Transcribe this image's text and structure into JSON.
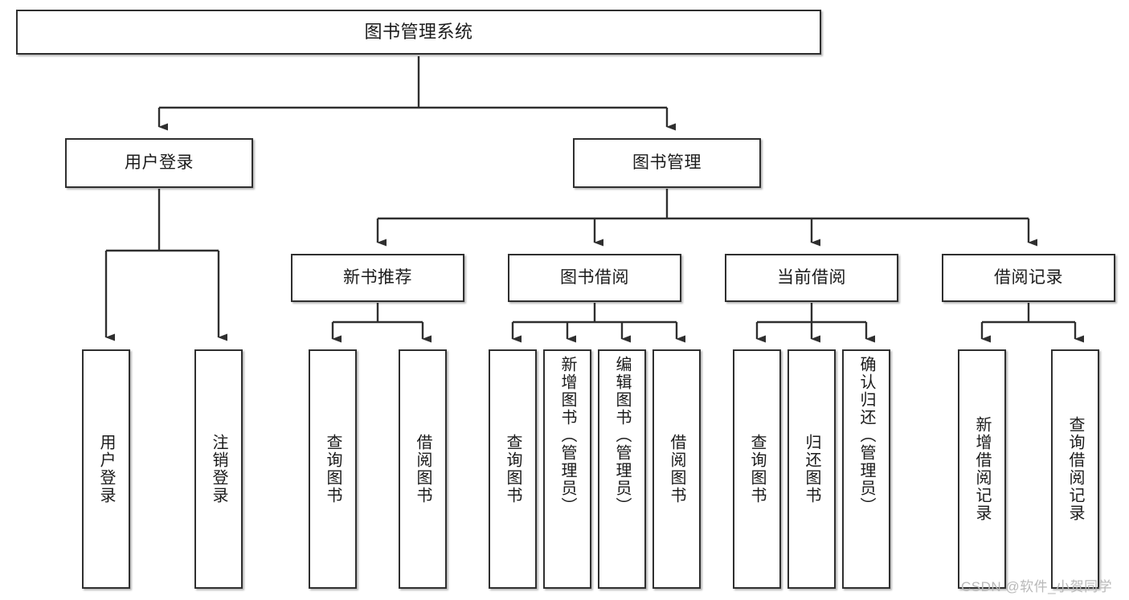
{
  "diagram": {
    "type": "tree-hierarchy",
    "title": "图书管理系统",
    "watermark": "CSDN @软件_小贺同学",
    "colors": {
      "box_border": "#2f2f2f",
      "box_fill": "#ffffff",
      "connector": "#2f2f2f",
      "text": "#1b1b1b",
      "watermark": "#b9b9b9",
      "background": "#ffffff"
    },
    "nodes": {
      "root": {
        "label": "图书管理系统"
      },
      "level2": [
        {
          "id": "user-login",
          "label": "用户登录"
        },
        {
          "id": "book-management",
          "label": "图书管理"
        }
      ],
      "level3": [
        {
          "id": "new-book-recommend",
          "label": "新书推荐"
        },
        {
          "id": "book-borrow",
          "label": "图书借阅"
        },
        {
          "id": "current-borrow",
          "label": "当前借阅"
        },
        {
          "id": "borrow-record",
          "label": "借阅记录"
        }
      ],
      "leaves": {
        "user-login": [
          {
            "id": "leaf-user-login",
            "label": "用户登录"
          },
          {
            "id": "leaf-user-logout",
            "label": "注销登录"
          }
        ],
        "new-book-recommend": [
          {
            "id": "leaf-query-book-1",
            "label": "查询图书"
          },
          {
            "id": "leaf-borrow-book-1",
            "label": "借阅图书"
          }
        ],
        "book-borrow": [
          {
            "id": "leaf-query-book-2",
            "label": "查询图书"
          },
          {
            "id": "leaf-add-book",
            "label": "新增图书（管理员）"
          },
          {
            "id": "leaf-edit-book",
            "label": "编辑图书（管理员）"
          },
          {
            "id": "leaf-borrow-book-2",
            "label": "借阅图书"
          }
        ],
        "current-borrow": [
          {
            "id": "leaf-query-book-3",
            "label": "查询图书"
          },
          {
            "id": "leaf-return-book",
            "label": "归还图书"
          },
          {
            "id": "leaf-confirm-return",
            "label": "确认归还（管理员）"
          }
        ],
        "borrow-record": [
          {
            "id": "leaf-add-record",
            "label": "新增借阅记录"
          },
          {
            "id": "leaf-query-record",
            "label": "查询借阅记录"
          }
        ]
      }
    }
  }
}
